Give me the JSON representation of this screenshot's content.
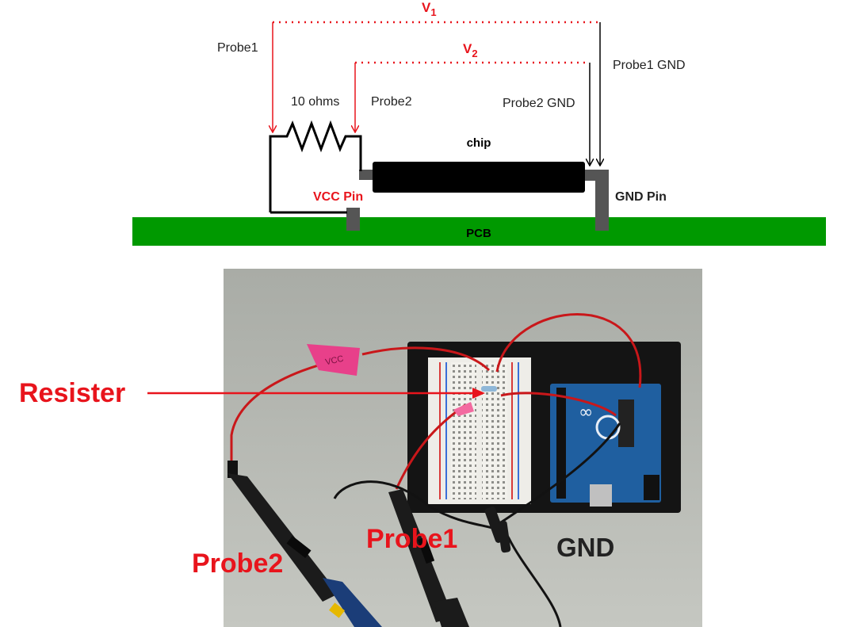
{
  "colors": {
    "red": "#e8141c",
    "pcb": "#009900",
    "pin": "#555555",
    "chip": "#000000",
    "text": "#222222"
  },
  "diagram": {
    "v1": "V",
    "v1_sub": "1",
    "v2": "V",
    "v2_sub": "2",
    "probe1": "Probe1",
    "probe2": "Probe2",
    "probe1_gnd": "Probe1 GND",
    "probe2_gnd": "Probe2 GND",
    "resistor": "10 ohms",
    "chip": "chip",
    "vcc_pin": "VCC Pin",
    "gnd_pin": "GND Pin",
    "pcb": "PCB"
  },
  "photo": {
    "resister_label": "Resister",
    "probe1_label": "Probe1",
    "probe2_label": "Probe2",
    "gnd_label": "GND",
    "tape_text": "VCC",
    "board_logo": "∞"
  }
}
